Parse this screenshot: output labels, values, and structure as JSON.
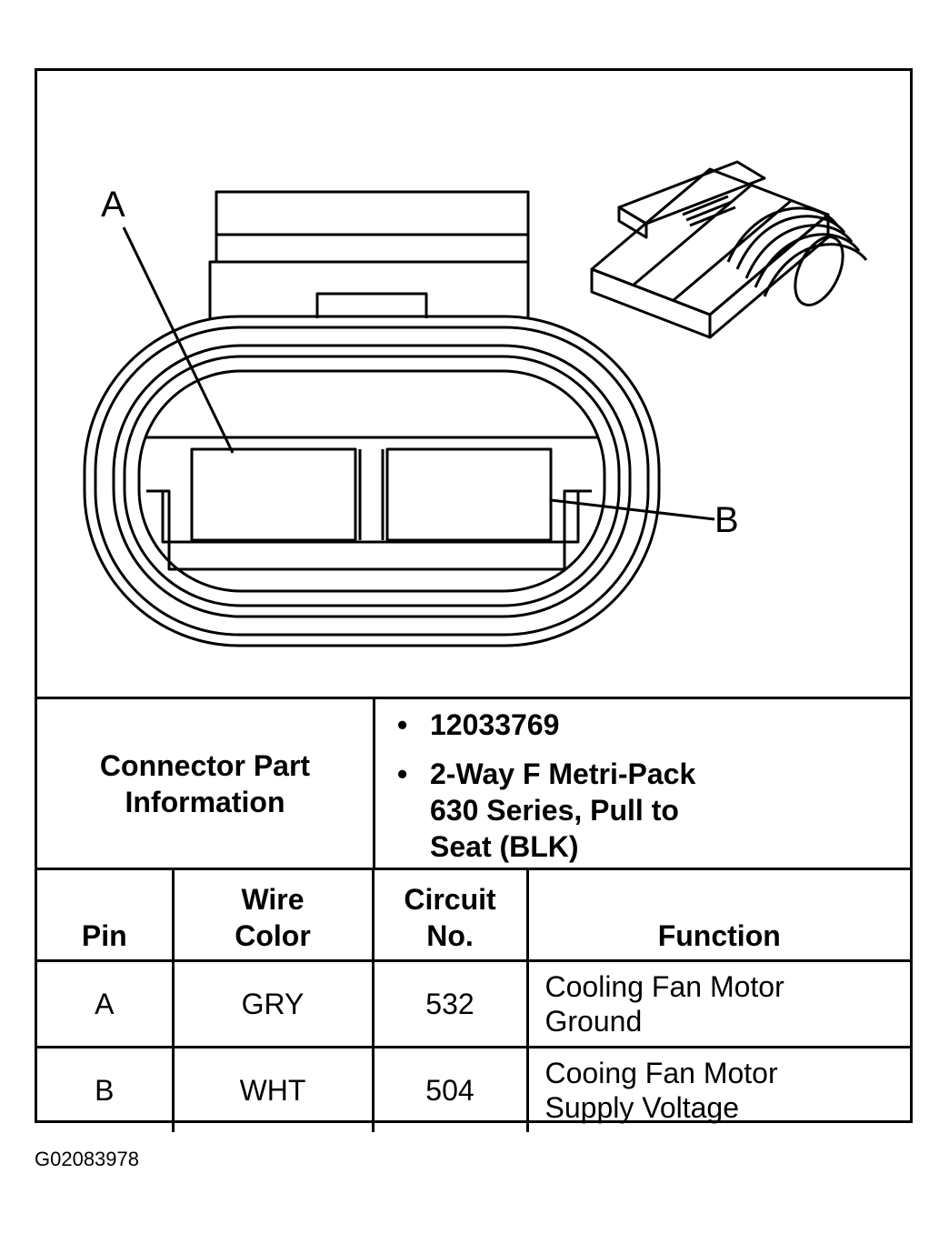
{
  "diagram": {
    "pin_labels": [
      "A",
      "B"
    ]
  },
  "connector_info": {
    "heading": "Connector Part\nInformation",
    "bullets": [
      "12033769",
      "2-Way F Metri-Pack\n630 Series, Pull to\nSeat (BLK)"
    ]
  },
  "pin_table": {
    "headers": [
      "Pin",
      "Wire\nColor",
      "Circuit\nNo.",
      "Function"
    ],
    "rows": [
      {
        "pin": "A",
        "wire_color": "GRY",
        "circuit": "532",
        "function": "Cooling Fan Motor\nGround"
      },
      {
        "pin": "B",
        "wire_color": "WHT",
        "circuit": "504",
        "function": "Cooing Fan Motor\nSupply Voltage"
      }
    ]
  },
  "figure_id": "G02083978"
}
